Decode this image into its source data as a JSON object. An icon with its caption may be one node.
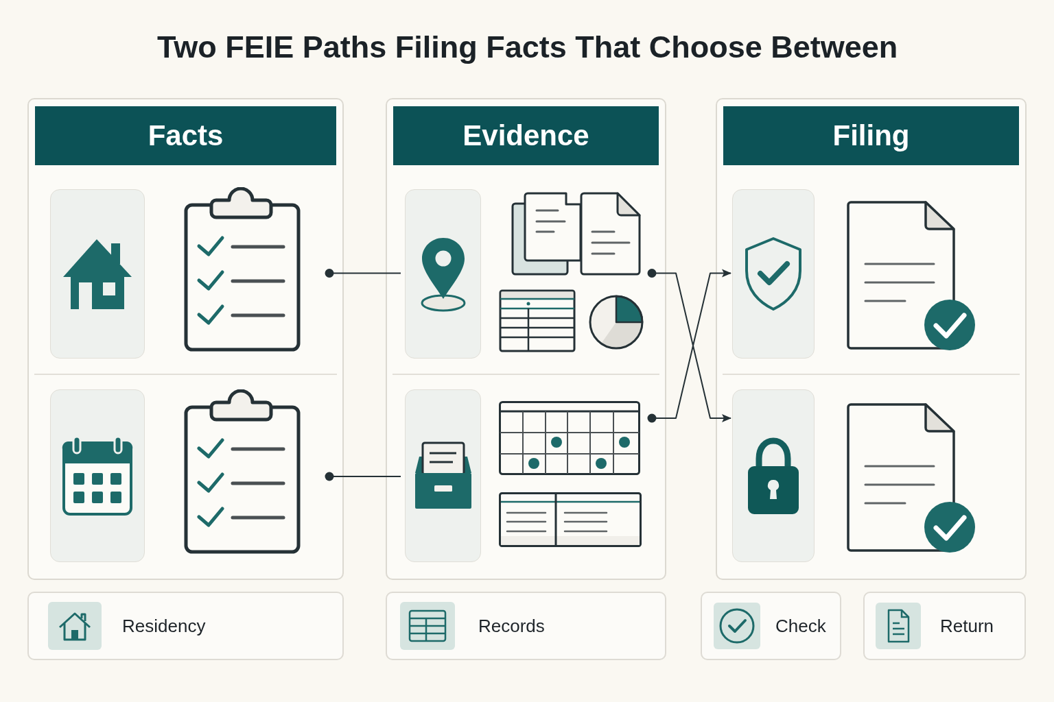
{
  "diagram": {
    "title": "Two FEIE Paths Filing Facts That Choose Between",
    "nodes": [
      {
        "text": [
          "Facts"
        ]
      },
      {
        "text": [],
        "shape": "picture",
        "in": 0
      },
      {
        "text": [],
        "shape": "picture",
        "in": 0
      },
      {
        "text": [
          "Evidence"
        ]
      },
      {
        "text": [],
        "shape": "picture",
        "in": 3
      },
      {
        "text": [],
        "shape": "picture",
        "in": 3
      },
      {
        "text": [
          "Filing"
        ]
      },
      {
        "text": [],
        "shape": "picture",
        "in": 6
      },
      {
        "text": [],
        "shape": "picture",
        "in": 6
      },
      {
        "text": [
          "Residency"
        ]
      },
      {
        "text": [
          "Records"
        ]
      },
      {
        "text": [
          "Check"
        ]
      },
      {
        "text": [
          "Return"
        ]
      }
    ],
    "edges": [
      {
        "from": 1,
        "to": 4,
        "arrow": "other"
      },
      {
        "from": 2,
        "to": 5,
        "arrow": "other"
      },
      {
        "from": 4,
        "to": 8,
        "arrow": "to"
      },
      {
        "from": 5,
        "to": 7,
        "arrow": "to"
      }
    ]
  }
}
